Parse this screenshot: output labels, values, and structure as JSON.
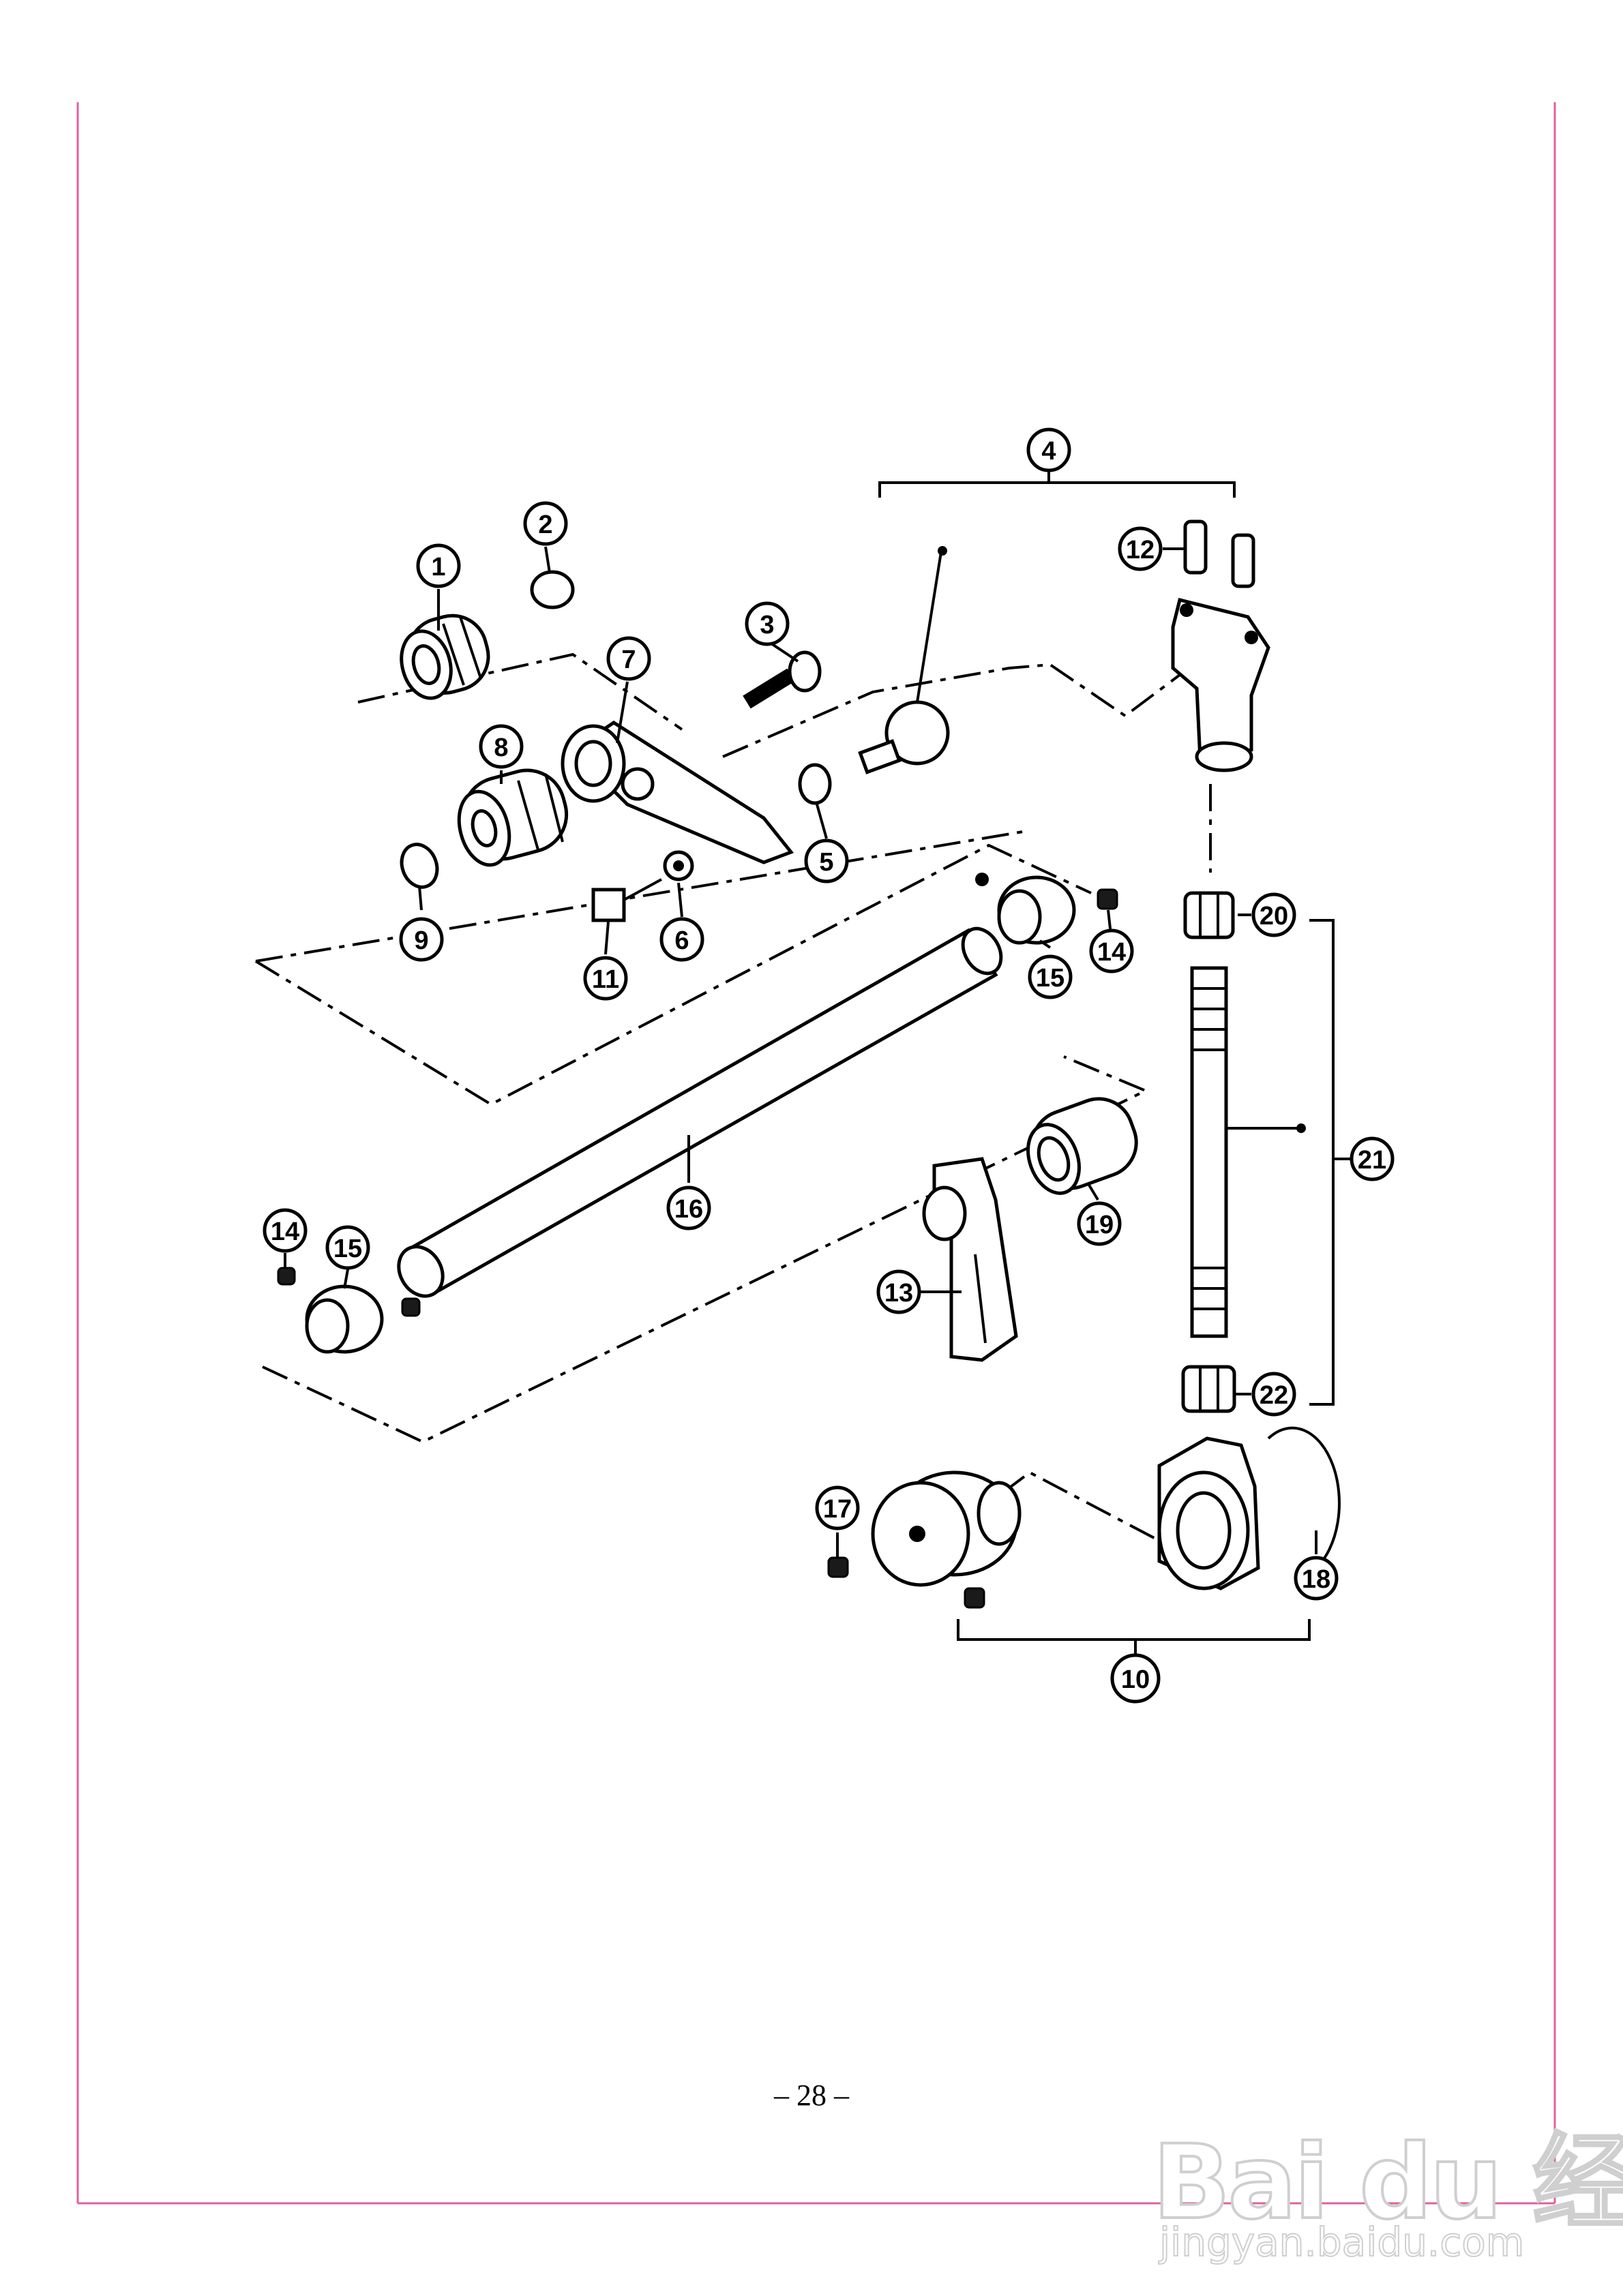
{
  "page": {
    "page_number": "– 28 –",
    "border_color": "#e0609e"
  },
  "diagram": {
    "callouts": [
      "1",
      "2",
      "3",
      "4",
      "5",
      "6",
      "7",
      "8",
      "9",
      "10",
      "11",
      "12",
      "13",
      "14",
      "15",
      "16",
      "17",
      "18",
      "19",
      "20",
      "21",
      "22",
      "14",
      "15"
    ]
  },
  "watermark": {
    "logo_text": "Bai du 经验",
    "url": "jingyan.baidu.com"
  }
}
